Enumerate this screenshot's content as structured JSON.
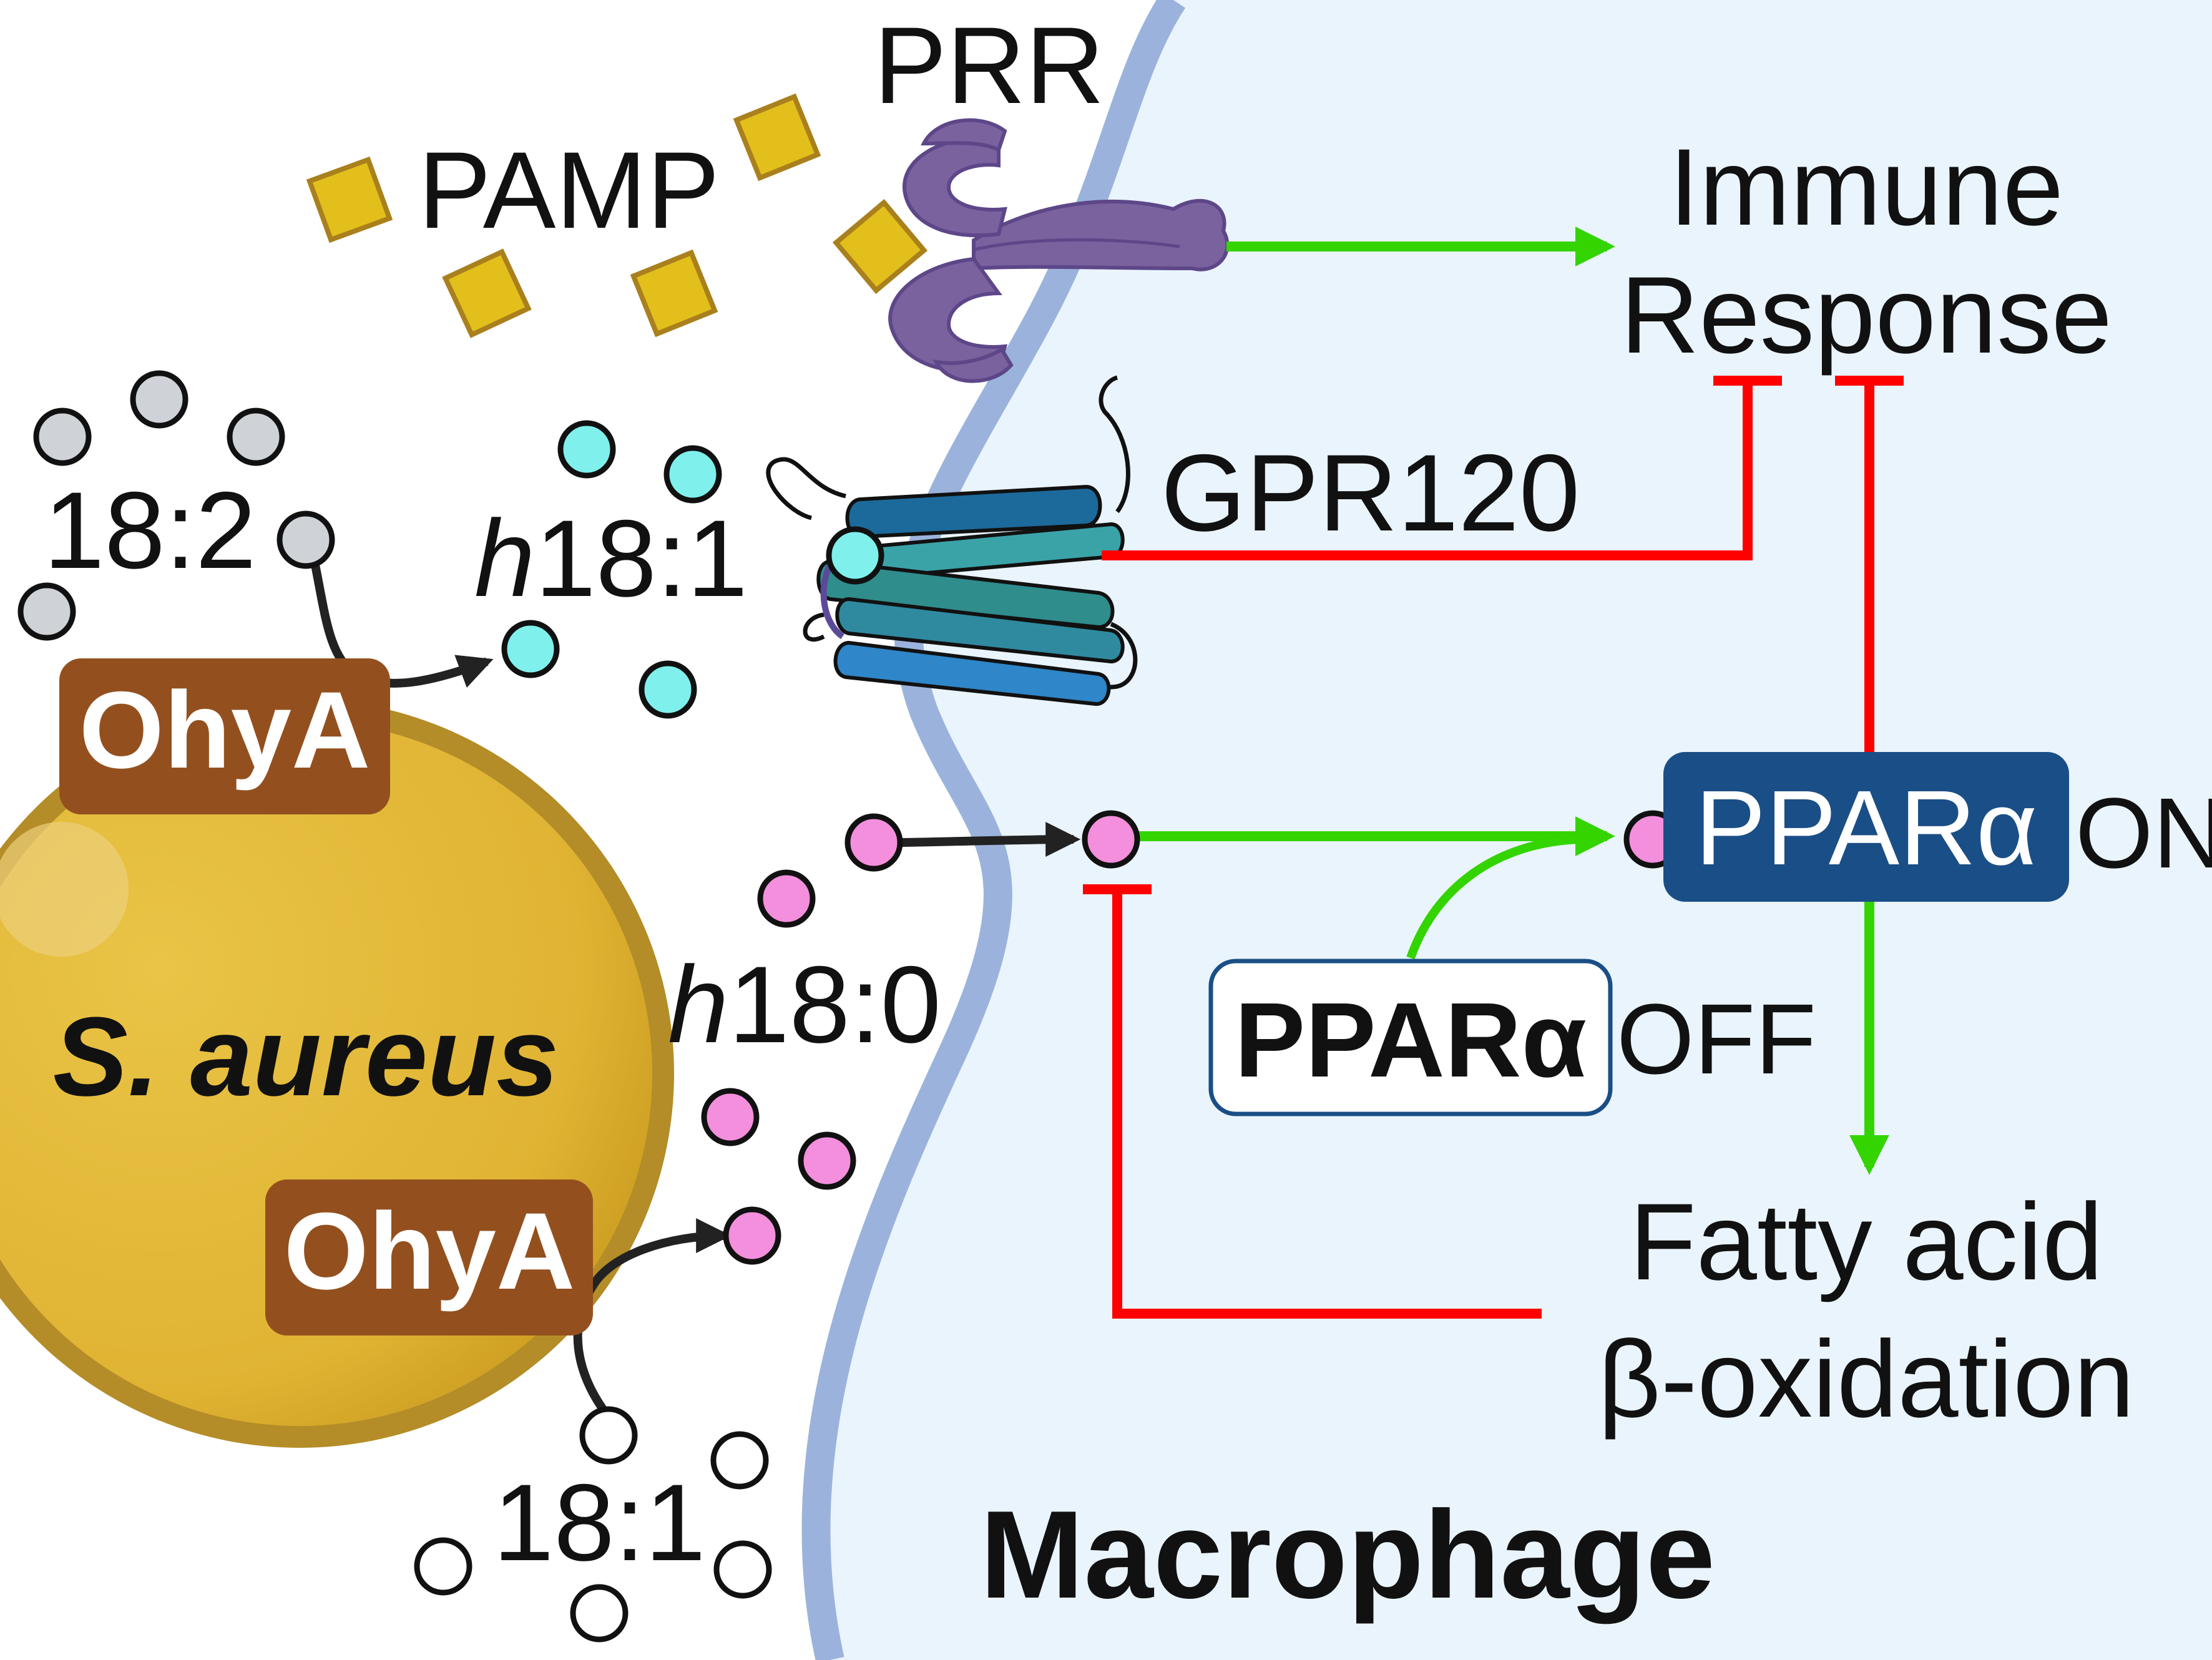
{
  "labels": {
    "pamp": "PAMP",
    "prr": "PRR",
    "immune_line1": "Immune",
    "immune_line2": "Response",
    "gpr120": "GPR120",
    "la_18_2": "18:2",
    "h18_1_prefix": "h",
    "h18_1_rest": "18:1",
    "h18_0_prefix": "h",
    "h18_0_rest": "18:0",
    "oa_18_1": "18:1",
    "ohya_top": "OhyA",
    "ohya_bottom": "OhyA",
    "s_aureus": "S. aureus",
    "ppar_on": "PPARα",
    "ppar_on_state": "ON",
    "ppar_off": "PPARα",
    "ppar_off_state": "OFF",
    "fao_line1": "Fatty acid",
    "fao_line2": "β-oxidation",
    "macrophage": "Macrophage"
  },
  "colors": {
    "activation": "#33d400",
    "inhibition": "#ff0000",
    "membrane": "#9bb3dc",
    "cytoplasm": "#eaf4fc",
    "bacterium": "#e2b838",
    "ohya_box": "#93501e",
    "ppar_on_box": "#1a4e86",
    "pamp": "#e3bf1c",
    "prr": "#7a629e",
    "gpr120": "#2a87b9",
    "la_molecule": "#cfd2d6",
    "h18_1_molecule": "#7ff0ec",
    "h18_0_molecule": "#f38fdc",
    "oa_molecule": "#ffffff"
  }
}
